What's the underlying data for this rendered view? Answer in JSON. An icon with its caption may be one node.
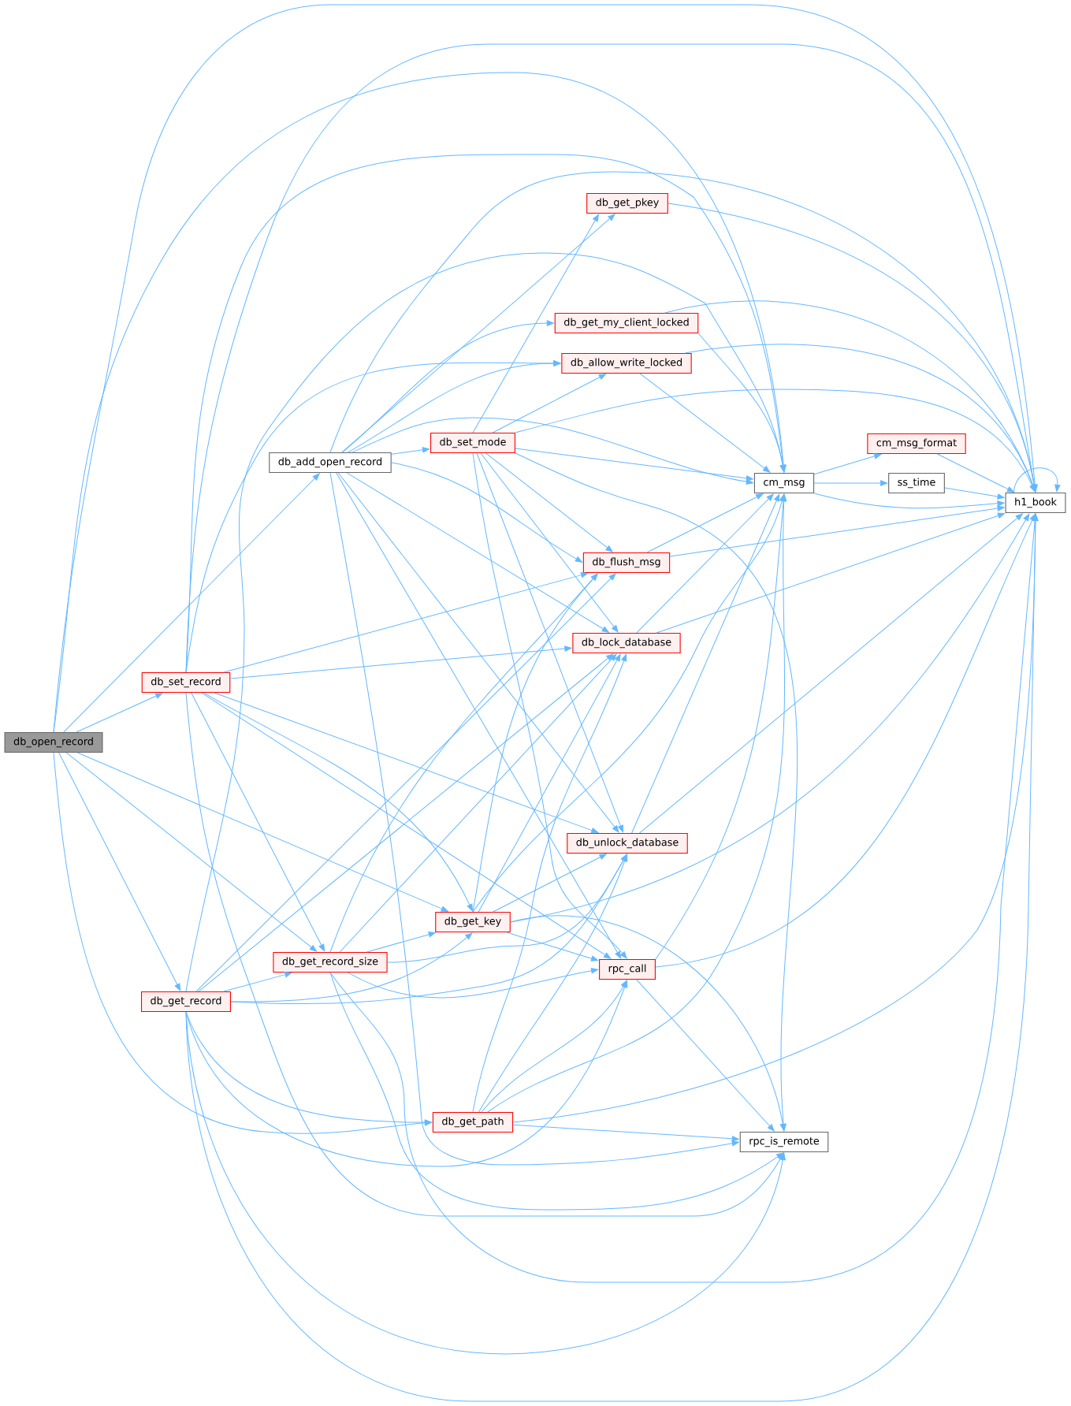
{
  "diagram": {
    "nodes": [
      {
        "text": [
          "db_open_record"
        ]
      },
      {
        "text": [
          "db_set_record"
        ]
      },
      {
        "text": [
          "db_get_record"
        ]
      },
      {
        "text": [
          "db_add_open_record"
        ]
      },
      {
        "text": [
          "db_get_record_size"
        ]
      },
      {
        "text": [
          "db_set_mode"
        ]
      },
      {
        "text": [
          "db_get_key"
        ]
      },
      {
        "text": [
          "db_get_path"
        ]
      },
      {
        "text": [
          "db_get_pkey"
        ]
      },
      {
        "text": [
          "db_get_my_client_locked"
        ]
      },
      {
        "text": [
          "db_allow_write_locked"
        ]
      },
      {
        "text": [
          "db_flush_msg"
        ]
      },
      {
        "text": [
          "db_lock_database"
        ]
      },
      {
        "text": [
          "db_unlock_database"
        ]
      },
      {
        "text": [
          "rpc_call"
        ]
      },
      {
        "text": [
          "cm_msg"
        ]
      },
      {
        "text": [
          "rpc_is_remote"
        ]
      },
      {
        "text": [
          "cm_msg_format"
        ]
      },
      {
        "text": [
          "ss_time"
        ]
      },
      {
        "text": [
          "h1_book"
        ]
      }
    ],
    "edges": [
      {
        "from": 0,
        "to": 19,
        "arrow": "to"
      },
      {
        "from": 0,
        "to": 15,
        "arrow": "to"
      },
      {
        "from": 0,
        "to": 3,
        "arrow": "to"
      },
      {
        "from": 0,
        "to": 1,
        "arrow": "to"
      },
      {
        "from": 0,
        "to": 6,
        "arrow": "to"
      },
      {
        "from": 0,
        "to": 4,
        "arrow": "to"
      },
      {
        "from": 0,
        "to": 2,
        "arrow": "to"
      },
      {
        "from": 0,
        "to": 7,
        "arrow": "to"
      },
      {
        "from": 1,
        "to": 19,
        "arrow": "to"
      },
      {
        "from": 1,
        "to": 15,
        "arrow": "to"
      },
      {
        "from": 1,
        "to": 10,
        "arrow": "to"
      },
      {
        "from": 1,
        "to": 11,
        "arrow": "to"
      },
      {
        "from": 1,
        "to": 12,
        "arrow": "to"
      },
      {
        "from": 1,
        "to": 13,
        "arrow": "to"
      },
      {
        "from": 1,
        "to": 6,
        "arrow": "to"
      },
      {
        "from": 1,
        "to": 14,
        "arrow": "to"
      },
      {
        "from": 1,
        "to": 4,
        "arrow": "to"
      },
      {
        "from": 1,
        "to": 16,
        "arrow": "to"
      },
      {
        "from": 2,
        "to": 15,
        "arrow": "to"
      },
      {
        "from": 2,
        "to": 4,
        "arrow": "to"
      },
      {
        "from": 2,
        "to": 6,
        "arrow": "to"
      },
      {
        "from": 2,
        "to": 13,
        "arrow": "to"
      },
      {
        "from": 2,
        "to": 7,
        "arrow": "to"
      },
      {
        "from": 2,
        "to": 11,
        "arrow": "to"
      },
      {
        "from": 2,
        "to": 12,
        "arrow": "to"
      },
      {
        "from": 2,
        "to": 14,
        "arrow": "to"
      },
      {
        "from": 2,
        "to": 16,
        "arrow": "to"
      },
      {
        "from": 2,
        "to": 19,
        "arrow": "to"
      },
      {
        "from": 3,
        "to": 5,
        "arrow": "to"
      },
      {
        "from": 3,
        "to": 8,
        "arrow": "to"
      },
      {
        "from": 3,
        "to": 9,
        "arrow": "to"
      },
      {
        "from": 3,
        "to": 10,
        "arrow": "to"
      },
      {
        "from": 3,
        "to": 15,
        "arrow": "to"
      },
      {
        "from": 3,
        "to": 19,
        "arrow": "to"
      },
      {
        "from": 3,
        "to": 11,
        "arrow": "to"
      },
      {
        "from": 3,
        "to": 12,
        "arrow": "to"
      },
      {
        "from": 3,
        "to": 13,
        "arrow": "to"
      },
      {
        "from": 3,
        "to": 14,
        "arrow": "to"
      },
      {
        "from": 3,
        "to": 16,
        "arrow": "to"
      },
      {
        "from": 4,
        "to": 6,
        "arrow": "to"
      },
      {
        "from": 4,
        "to": 13,
        "arrow": "to"
      },
      {
        "from": 4,
        "to": 14,
        "arrow": "to"
      },
      {
        "from": 4,
        "to": 16,
        "arrow": "to"
      },
      {
        "from": 4,
        "to": 19,
        "arrow": "to"
      },
      {
        "from": 4,
        "to": 11,
        "arrow": "to"
      },
      {
        "from": 4,
        "to": 12,
        "arrow": "to"
      },
      {
        "from": 5,
        "to": 8,
        "arrow": "to"
      },
      {
        "from": 5,
        "to": 10,
        "arrow": "to"
      },
      {
        "from": 5,
        "to": 19,
        "arrow": "to"
      },
      {
        "from": 5,
        "to": 15,
        "arrow": "to"
      },
      {
        "from": 5,
        "to": 16,
        "arrow": "to"
      },
      {
        "from": 5,
        "to": 11,
        "arrow": "to"
      },
      {
        "from": 5,
        "to": 12,
        "arrow": "to"
      },
      {
        "from": 5,
        "to": 13,
        "arrow": "to"
      },
      {
        "from": 5,
        "to": 14,
        "arrow": "to"
      },
      {
        "from": 6,
        "to": 11,
        "arrow": "to"
      },
      {
        "from": 6,
        "to": 12,
        "arrow": "to"
      },
      {
        "from": 6,
        "to": 13,
        "arrow": "to"
      },
      {
        "from": 6,
        "to": 14,
        "arrow": "to"
      },
      {
        "from": 6,
        "to": 15,
        "arrow": "to"
      },
      {
        "from": 6,
        "to": 16,
        "arrow": "to"
      },
      {
        "from": 6,
        "to": 19,
        "arrow": "to"
      },
      {
        "from": 7,
        "to": 12,
        "arrow": "to"
      },
      {
        "from": 7,
        "to": 13,
        "arrow": "to"
      },
      {
        "from": 7,
        "to": 14,
        "arrow": "to"
      },
      {
        "from": 7,
        "to": 15,
        "arrow": "to"
      },
      {
        "from": 7,
        "to": 16,
        "arrow": "to"
      },
      {
        "from": 7,
        "to": 19,
        "arrow": "to"
      },
      {
        "from": 8,
        "to": 19,
        "arrow": "to"
      },
      {
        "from": 9,
        "to": 19,
        "arrow": "to"
      },
      {
        "from": 9,
        "to": 15,
        "arrow": "to"
      },
      {
        "from": 10,
        "to": 19,
        "arrow": "to"
      },
      {
        "from": 10,
        "to": 15,
        "arrow": "to"
      },
      {
        "from": 11,
        "to": 15,
        "arrow": "to"
      },
      {
        "from": 11,
        "to": 19,
        "arrow": "to"
      },
      {
        "from": 12,
        "to": 15,
        "arrow": "to"
      },
      {
        "from": 12,
        "to": 19,
        "arrow": "to"
      },
      {
        "from": 13,
        "to": 15,
        "arrow": "to"
      },
      {
        "from": 13,
        "to": 19,
        "arrow": "to"
      },
      {
        "from": 14,
        "to": 15,
        "arrow": "to"
      },
      {
        "from": 14,
        "to": 19,
        "arrow": "to"
      },
      {
        "from": 14,
        "to": 16,
        "arrow": "to"
      },
      {
        "from": 15,
        "to": 17,
        "arrow": "to"
      },
      {
        "from": 15,
        "to": 18,
        "arrow": "to"
      },
      {
        "from": 15,
        "to": 19,
        "arrow": "to"
      },
      {
        "from": 17,
        "to": 19,
        "arrow": "to"
      },
      {
        "from": 18,
        "to": 19,
        "arrow": "to"
      },
      {
        "from": 19,
        "to": 19,
        "arrow": "to"
      }
    ]
  }
}
